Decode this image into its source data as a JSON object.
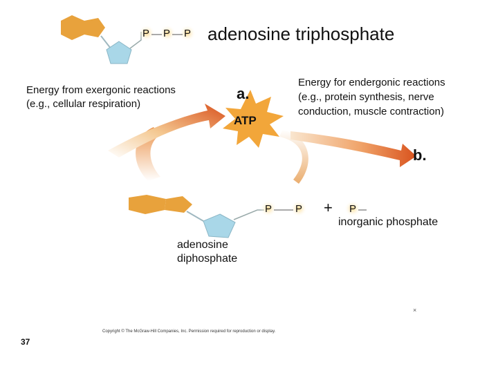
{
  "title": "adenosine triphosphate",
  "exergonic": {
    "line1": "Energy from exergonic reactions",
    "line2": "(e.g., cellular respiration)"
  },
  "endergonic": {
    "line1": "Energy for endergonic reactions",
    "line2": "(e.g., protein synthesis, nerve",
    "line3": "conduction, muscle contraction)"
  },
  "labels": {
    "a": "a.",
    "b": "b.",
    "atp": "ATP"
  },
  "phosphate_symbol": "P",
  "adp": {
    "line1": "adenosine",
    "line2": "diphosphate"
  },
  "plus": "+",
  "inorganic_phosphate": "inorganic phosphate",
  "copyright": "Copyright © The McGraw-Hill Companies, Inc. Permission required for reproduction or display.",
  "slide_number": "37",
  "corner_mark": "×",
  "colors": {
    "base_ring": "#E8A23C",
    "sugar_ring": "#A9D7E8",
    "arrow_dark": "#D9531E",
    "arrow_light": "#F4D9B5",
    "burst": "#F2A63A"
  }
}
